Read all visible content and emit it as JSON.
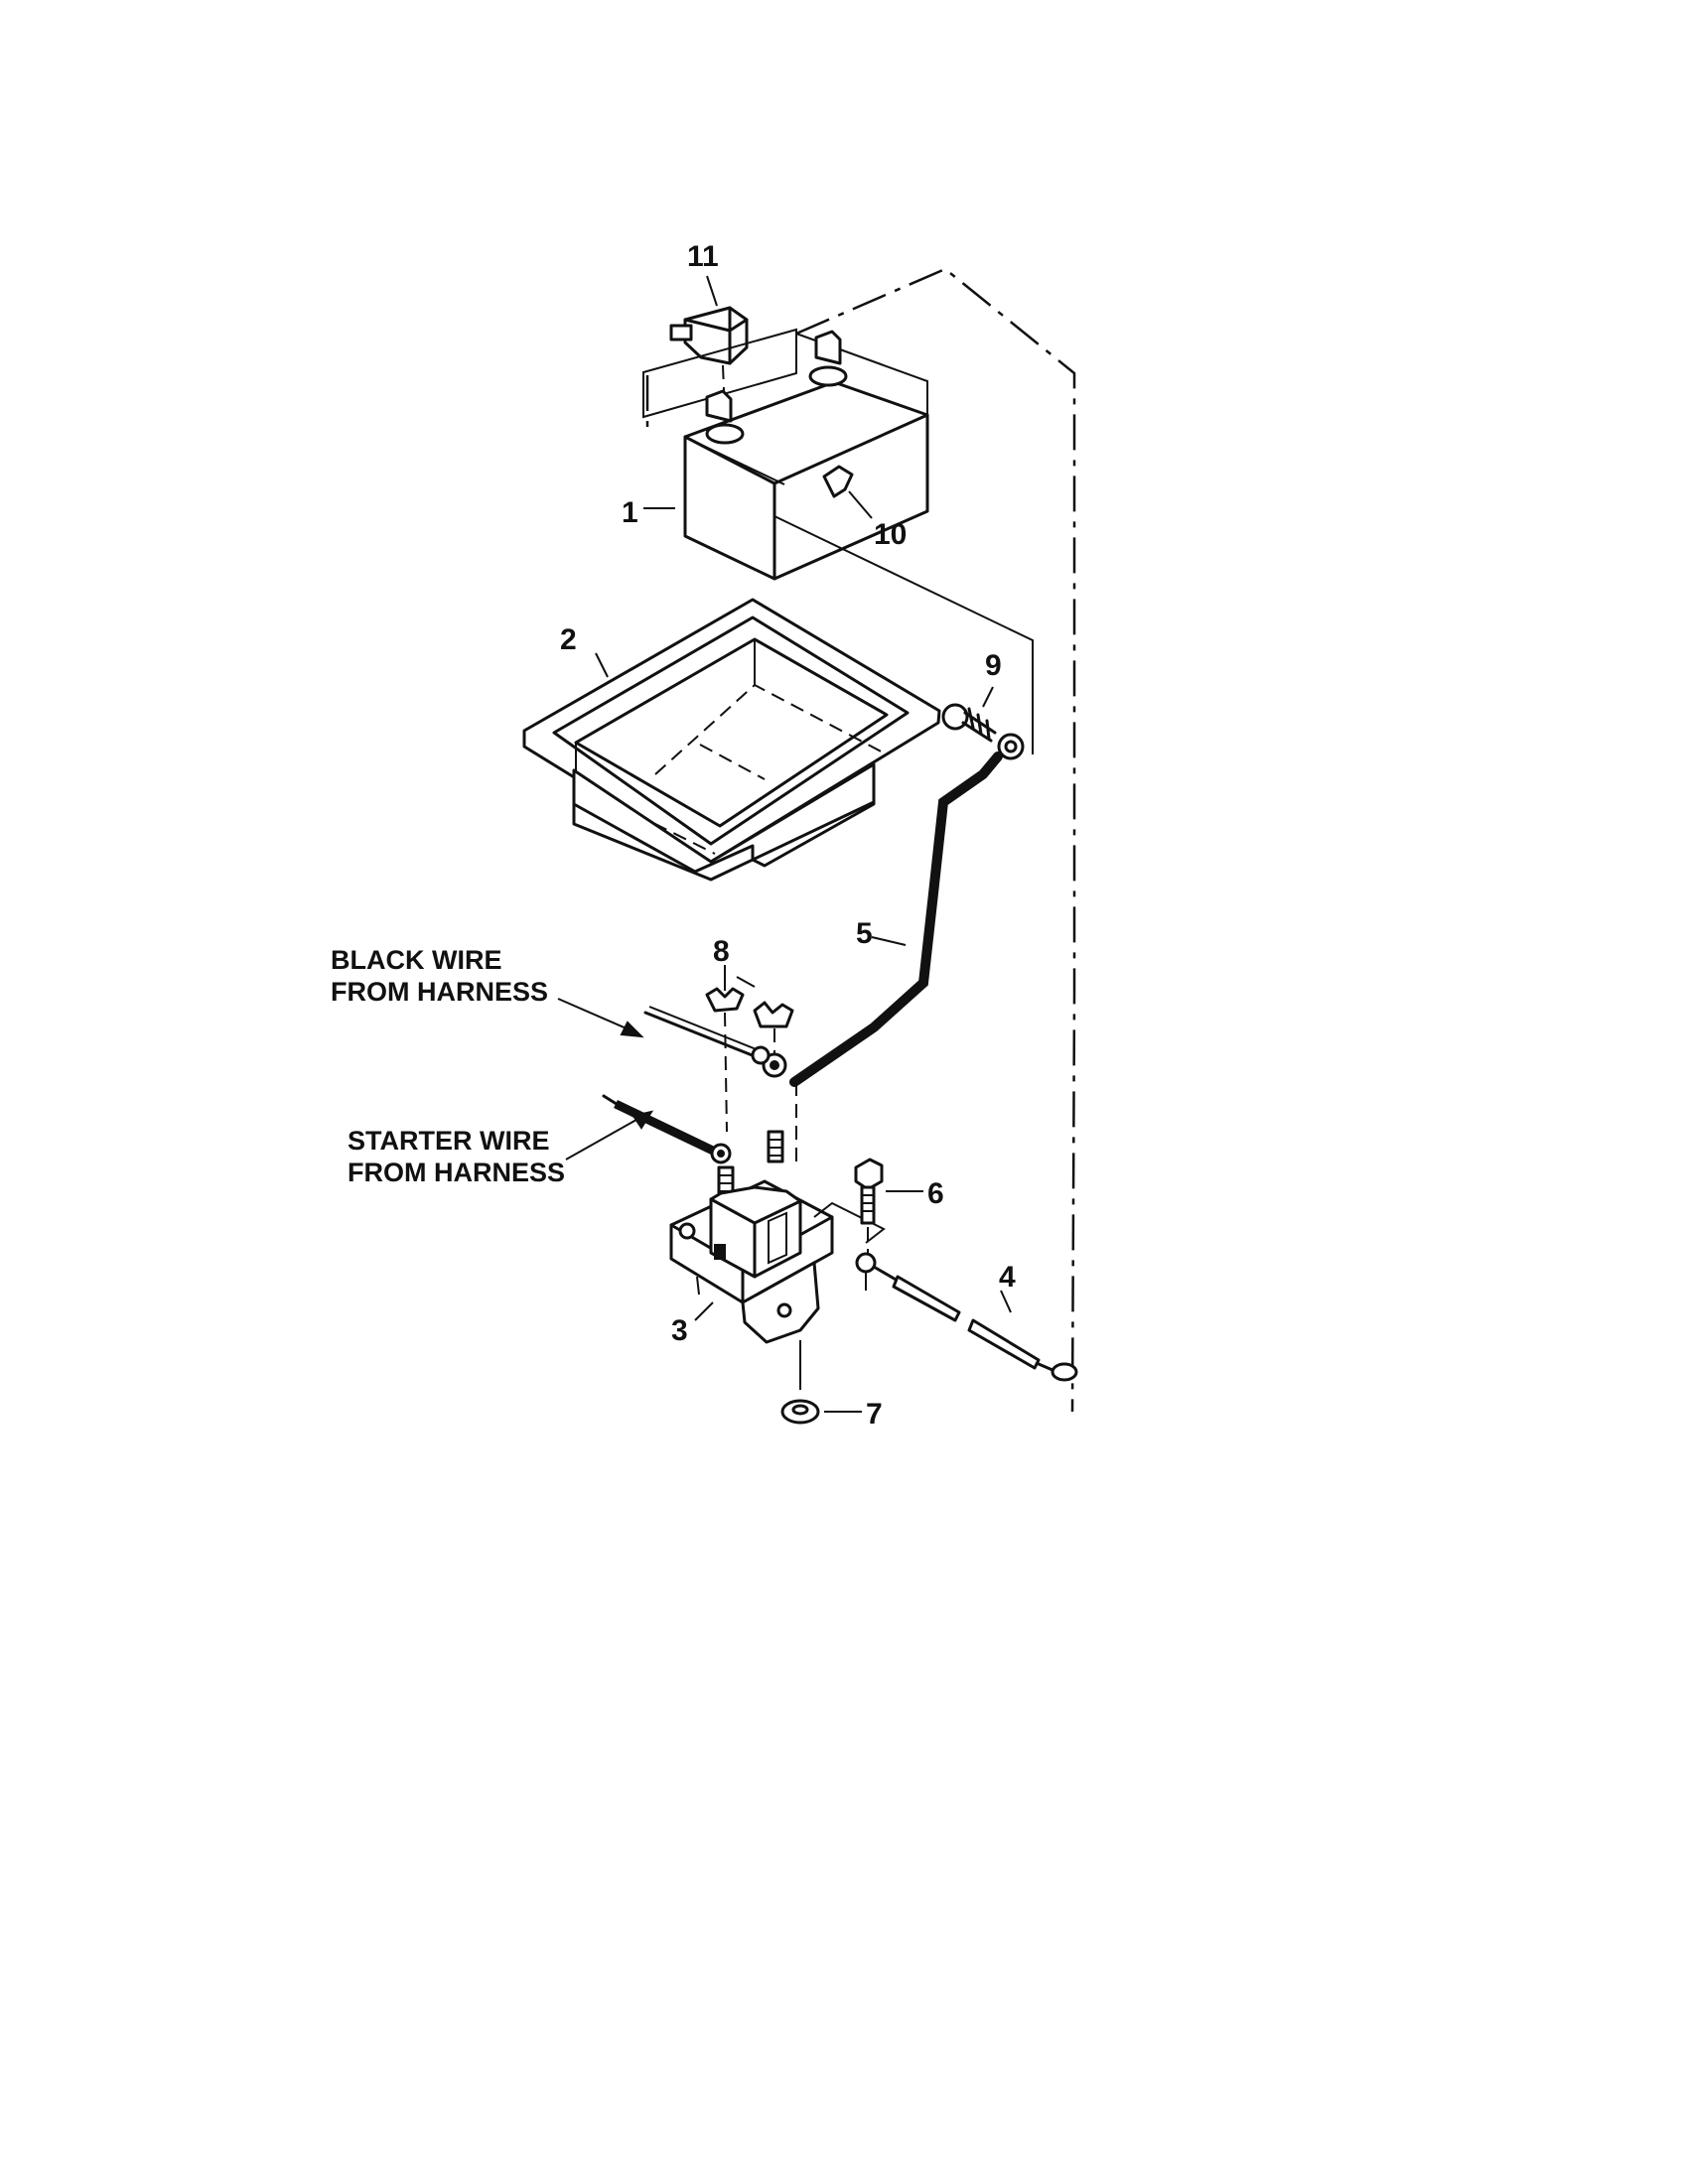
{
  "parts": {
    "p1": "1",
    "p2": "2",
    "p3": "3",
    "p4": "4",
    "p5": "5",
    "p6": "6",
    "p7": "7",
    "p8": "8",
    "p9": "9",
    "p10": "10",
    "p11": "11"
  },
  "callouts": {
    "black_wire_line1": "BLACK WIRE",
    "black_wire_line2": "FROM HARNESS",
    "starter_wire_line1": "STARTER WIRE",
    "starter_wire_line2": "FROM HARNESS"
  }
}
